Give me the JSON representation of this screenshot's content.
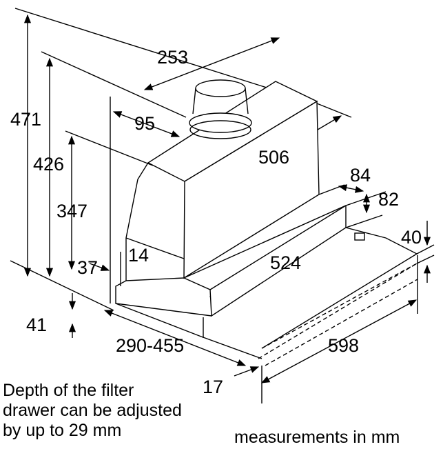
{
  "dimensions": {
    "d253": "253",
    "d95": "95",
    "d471": "471",
    "d426": "426",
    "d347": "347",
    "d506": "506",
    "d84": "84",
    "d82": "82",
    "d40": "40",
    "d14": "14",
    "d524": "524",
    "d37": "37",
    "d41": "41",
    "d290_455": "290-455",
    "d598": "598",
    "d17": "17"
  },
  "notes": {
    "caption_line1": "Depth of the filter",
    "caption_line2": "drawer can be adjusted",
    "caption_line3": "by up to 29 mm",
    "units": "measurements in mm"
  }
}
